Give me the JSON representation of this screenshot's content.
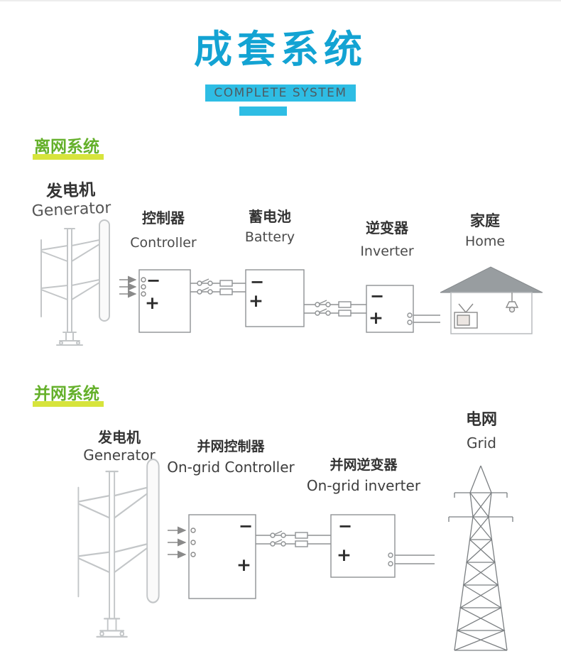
{
  "header": {
    "title": "成套系统",
    "subtitle": "COMPLETE SYSTEM"
  },
  "sections": {
    "off_grid": {
      "title": "离网系统",
      "generator": {
        "zh": "发电机",
        "en": "Generator"
      },
      "controller": {
        "zh": "控制器",
        "en": "Controller"
      },
      "battery": {
        "zh": "蓄电池",
        "en": "Battery"
      },
      "inverter": {
        "zh": "逆变器",
        "en": "Inverter"
      },
      "home": {
        "zh": "家庭",
        "en": "Home"
      }
    },
    "on_grid": {
      "title": "并网系统",
      "generator": {
        "zh": "发电机",
        "en": "Generator"
      },
      "controller": {
        "zh": "并网控制器",
        "en": "On-grid Controller"
      },
      "inverter": {
        "zh": "并网逆变器",
        "en": "On-grid inverter"
      },
      "grid": {
        "zh": "电网",
        "en": "Grid"
      }
    }
  },
  "symbols": {
    "minus": "−",
    "plus": "+"
  },
  "colors": {
    "title_blue": "#13a3d3",
    "accent_cyan": "#2ebde4",
    "section_green": "#64b02a",
    "underline_yellow_green": "#d7e43c"
  }
}
